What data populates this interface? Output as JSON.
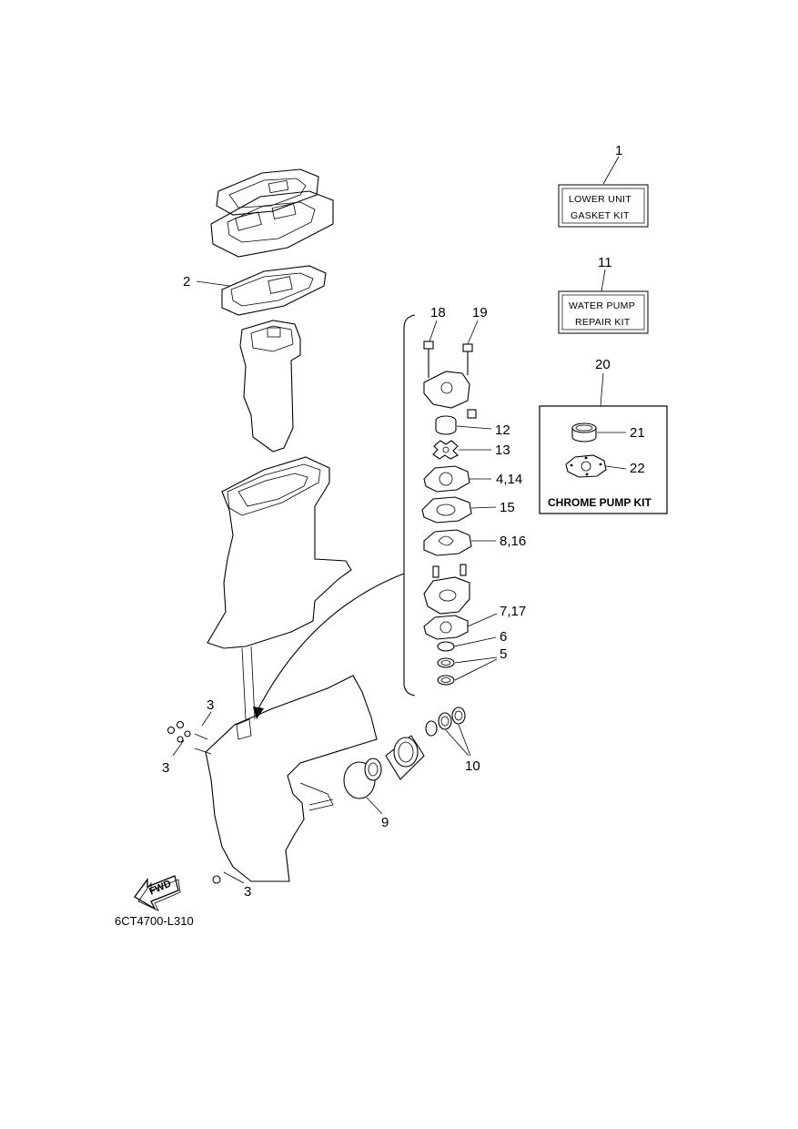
{
  "doc_code": "6CT4700-L310",
  "kits": {
    "gasket_kit": {
      "callout": "1",
      "line1": "LOWER UNIT",
      "line2": "GASKET KIT"
    },
    "pump_kit": {
      "callout": "11",
      "line1": "WATER PUMP",
      "line2": "REPAIR KIT"
    },
    "chrome_kit": {
      "callout": "20",
      "title": "CHROME PUMP KIT"
    }
  },
  "callouts": {
    "c2": "2",
    "c3a": "3",
    "c3b": "3",
    "c3c": "3",
    "c4_14": "4,14",
    "c5": "5",
    "c6": "6",
    "c7_17": "7,17",
    "c8_16": "8,16",
    "c9": "9",
    "c10": "10",
    "c12": "12",
    "c13": "13",
    "c15": "15",
    "c18": "18",
    "c19": "19",
    "c21": "21",
    "c22": "22"
  },
  "fwd_label": "FWD"
}
